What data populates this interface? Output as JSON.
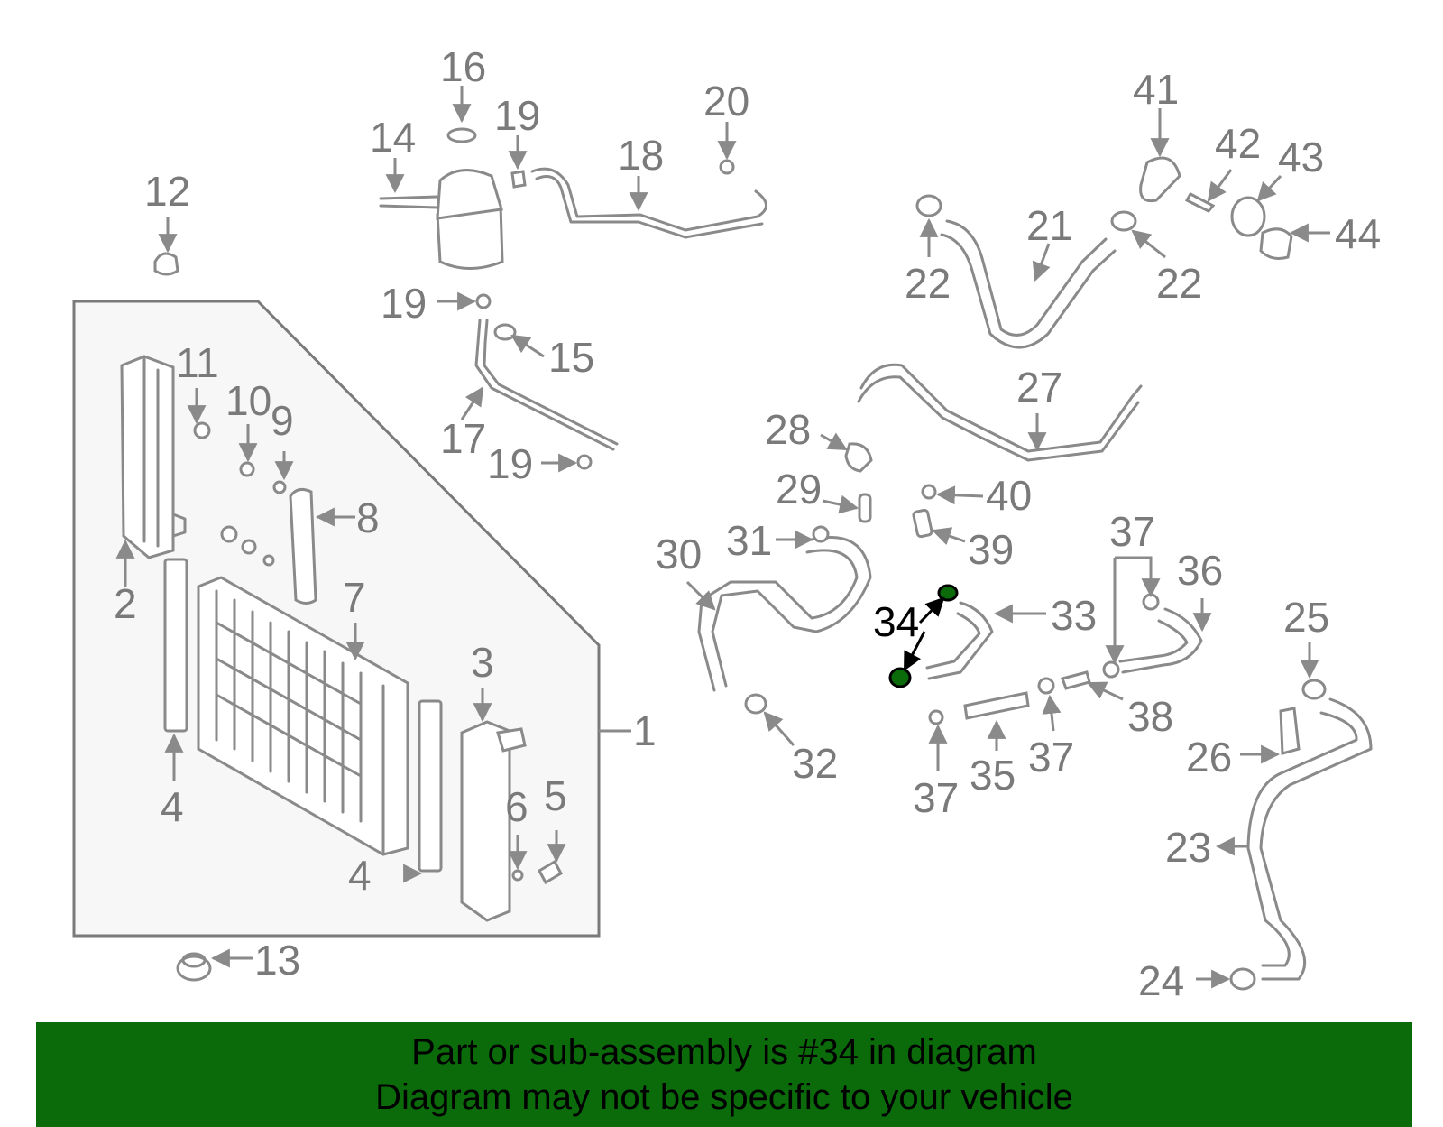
{
  "diagram": {
    "highlight_color": "#0b6b0b",
    "highlighted_part": "34",
    "callouts": [
      "1",
      "2",
      "3",
      "4",
      "4",
      "5",
      "6",
      "7",
      "8",
      "9",
      "10",
      "11",
      "12",
      "13",
      "14",
      "15",
      "16",
      "17",
      "18",
      "19",
      "19",
      "19",
      "20",
      "21",
      "22",
      "22",
      "23",
      "24",
      "25",
      "26",
      "27",
      "28",
      "29",
      "30",
      "31",
      "32",
      "33",
      "34",
      "35",
      "36",
      "37",
      "37",
      "37",
      "38",
      "39",
      "40",
      "41",
      "42",
      "43",
      "44"
    ]
  },
  "banner": {
    "line1": "Part or sub-assembly is #34 in diagram",
    "line2": "Diagram may not be specific to your vehicle",
    "background": "#0b6b0b"
  }
}
